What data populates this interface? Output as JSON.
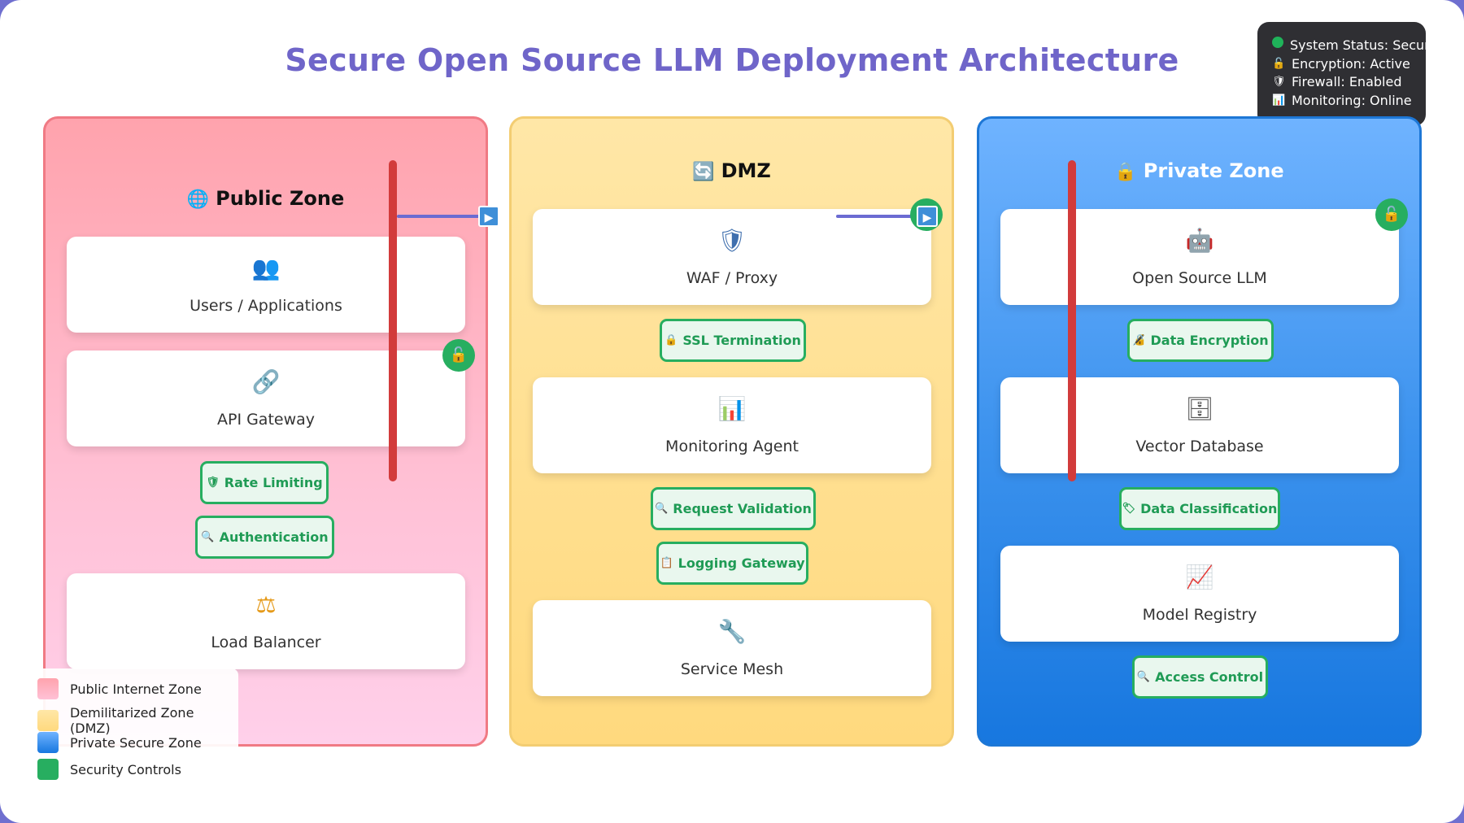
{
  "title": "Secure Open Source LLM Deployment Architecture",
  "status": {
    "system": "System Status: Secure",
    "encryption": "Encryption: Active",
    "firewall": "Firewall: Enabled",
    "monitoring": "Monitoring: Online"
  },
  "zones": {
    "public": {
      "title": "Public Zone",
      "icon": "globe-icon",
      "cards": [
        {
          "label": "Users / Applications",
          "icon": "users-icon"
        },
        {
          "label": "API Gateway",
          "icon": "link-icon"
        },
        {
          "label": "Load Balancer",
          "icon": "balance-scale-icon"
        }
      ],
      "controls": [
        {
          "label": "Rate Limiting",
          "icon": "shield-icon"
        },
        {
          "label": "Authentication",
          "icon": "magnifier-icon"
        }
      ]
    },
    "dmz": {
      "title": "DMZ",
      "icon": "refresh-icon",
      "cards": [
        {
          "label": "WAF / Proxy",
          "icon": "shield-icon"
        },
        {
          "label": "Monitoring Agent",
          "icon": "bar-chart-icon"
        },
        {
          "label": "Service Mesh",
          "icon": "wrench-icon"
        }
      ],
      "controls": [
        {
          "label": "SSL Termination",
          "icon": "lock-icon"
        },
        {
          "label": "Request Validation",
          "icon": "magnifier-icon"
        },
        {
          "label": "Logging Gateway",
          "icon": "clipboard-icon"
        }
      ]
    },
    "private": {
      "title": "Private Zone",
      "icon": "lock-icon",
      "cards": [
        {
          "label": "Open Source LLM",
          "icon": "robot-icon"
        },
        {
          "label": "Vector Database",
          "icon": "file-cabinet-icon"
        },
        {
          "label": "Model Registry",
          "icon": "trend-chart-icon"
        }
      ],
      "controls": [
        {
          "label": "Data Encryption",
          "icon": "lock-with-pen-icon"
        },
        {
          "label": "Data Classification",
          "icon": "label-icon"
        },
        {
          "label": "Access Control",
          "icon": "magnifier-icon"
        }
      ]
    }
  },
  "legend": [
    {
      "label": "Public Internet Zone",
      "color": "#ffa3ad"
    },
    {
      "label": "Demilitarized Zone (DMZ)",
      "color": "#ffe09a"
    },
    {
      "label": "Private Secure Zone",
      "color": "#4a9df0"
    },
    {
      "label": "Security Controls",
      "color": "#27ae60"
    }
  ]
}
